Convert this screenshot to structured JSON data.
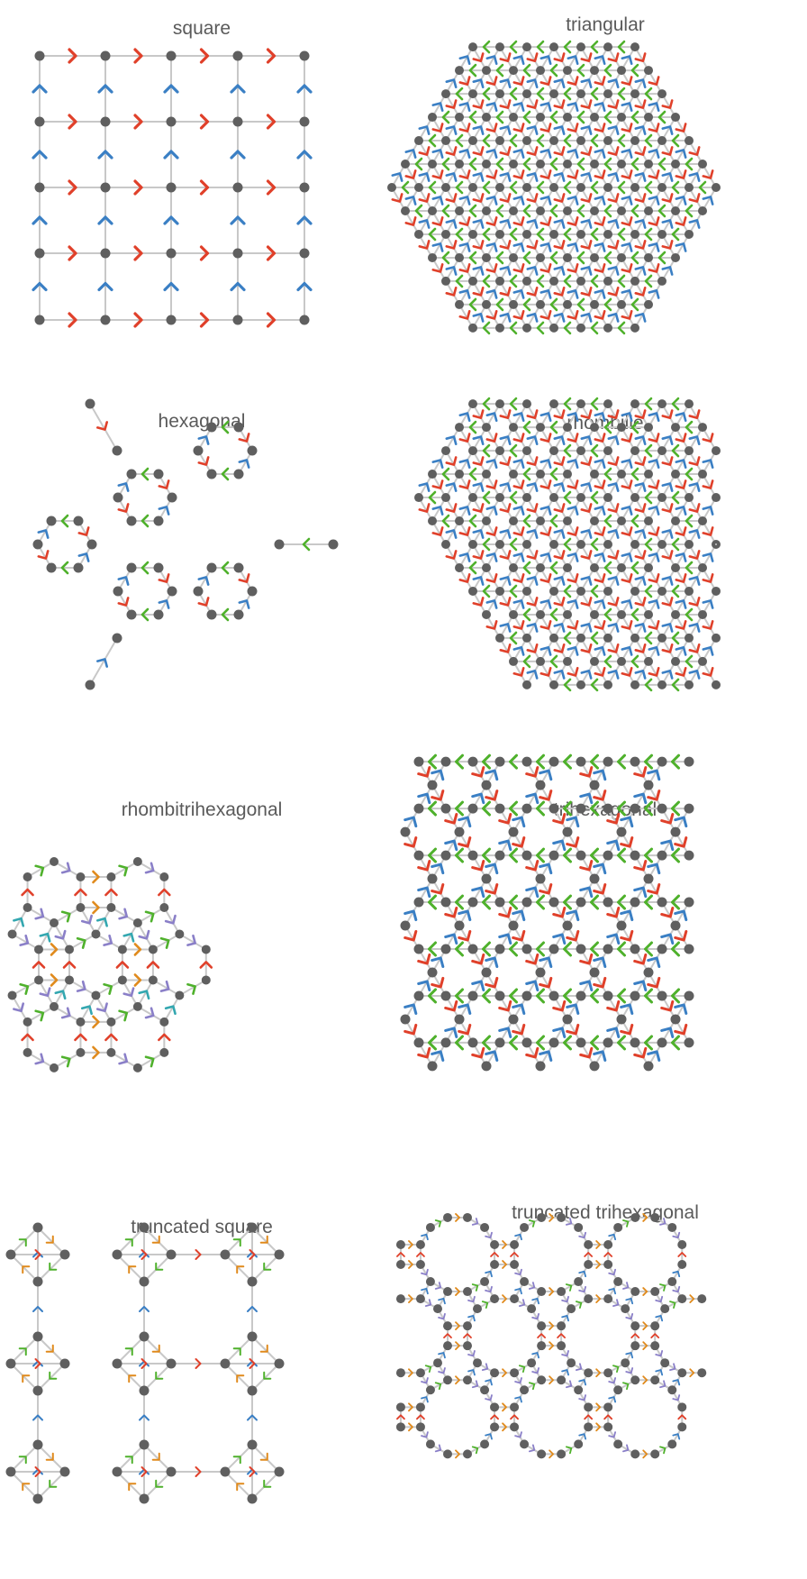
{
  "colors": {
    "edge": "#c8c8c8",
    "vertex": "#5f5f5f",
    "red": "#e0402a",
    "blue": "#3a7fc4",
    "green": "#4fb12c",
    "orange": "#e08a1c",
    "purple": "#8a7fc8",
    "teal": "#33a7b0"
  },
  "panels": [
    {
      "id": "square",
      "title": "square"
    },
    {
      "id": "triangular",
      "title": "triangular"
    },
    {
      "id": "hexagonal",
      "title": "hexagonal"
    },
    {
      "id": "rhombille",
      "title": "rhombille"
    },
    {
      "id": "rhombitrihexagonal",
      "title": "rhombitrihexagonal"
    },
    {
      "id": "trihexagonal",
      "title": "trihexagonal"
    },
    {
      "id": "truncated-square",
      "title": "truncated square"
    },
    {
      "id": "truncated-trihexagonal",
      "title": "truncated trihexagonal"
    }
  ]
}
